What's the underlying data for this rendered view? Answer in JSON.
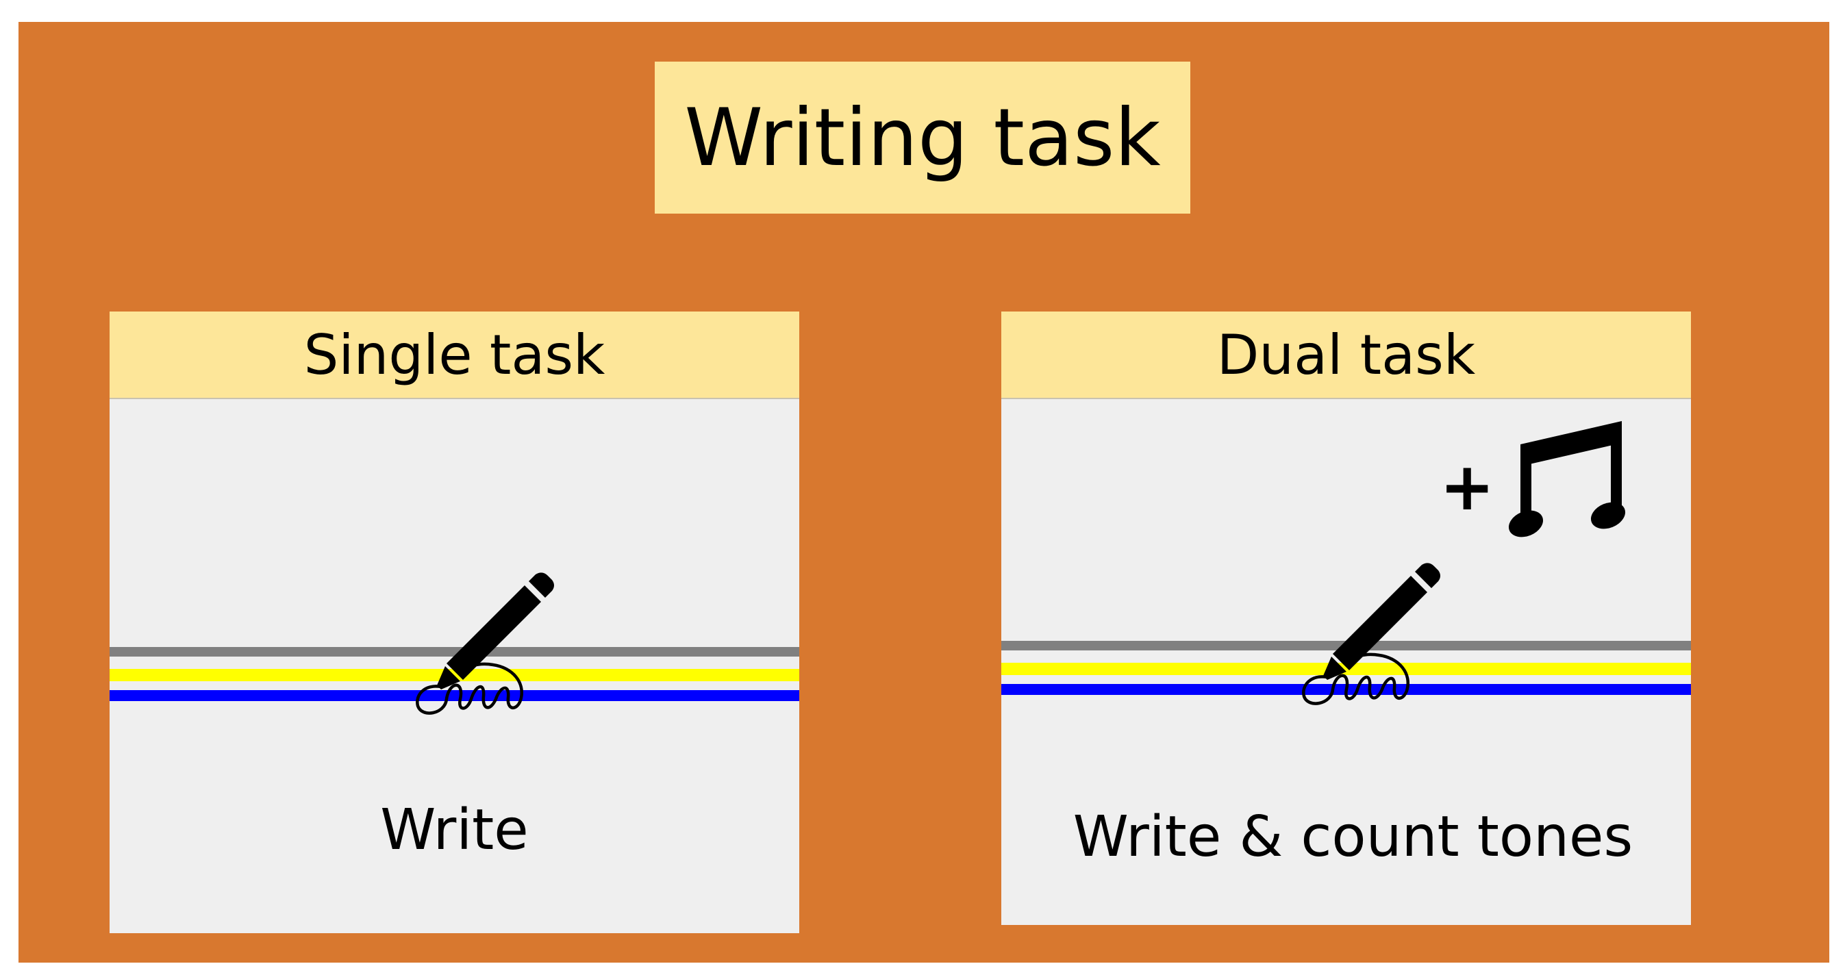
{
  "title": "Writing task",
  "panels": [
    {
      "header": "Single task",
      "caption": "Write"
    },
    {
      "header": "Dual task",
      "caption": "Write & count tones",
      "plus": "+"
    }
  ],
  "icons": {
    "writing": "pencil-writing-icon",
    "tones": "music-note-icon"
  },
  "colors": {
    "background": "#d8782f",
    "header": "#fde699",
    "panel": "#efefef",
    "line_gray": "#808080",
    "line_yellow": "#ffff00",
    "line_blue": "#0000ff"
  }
}
